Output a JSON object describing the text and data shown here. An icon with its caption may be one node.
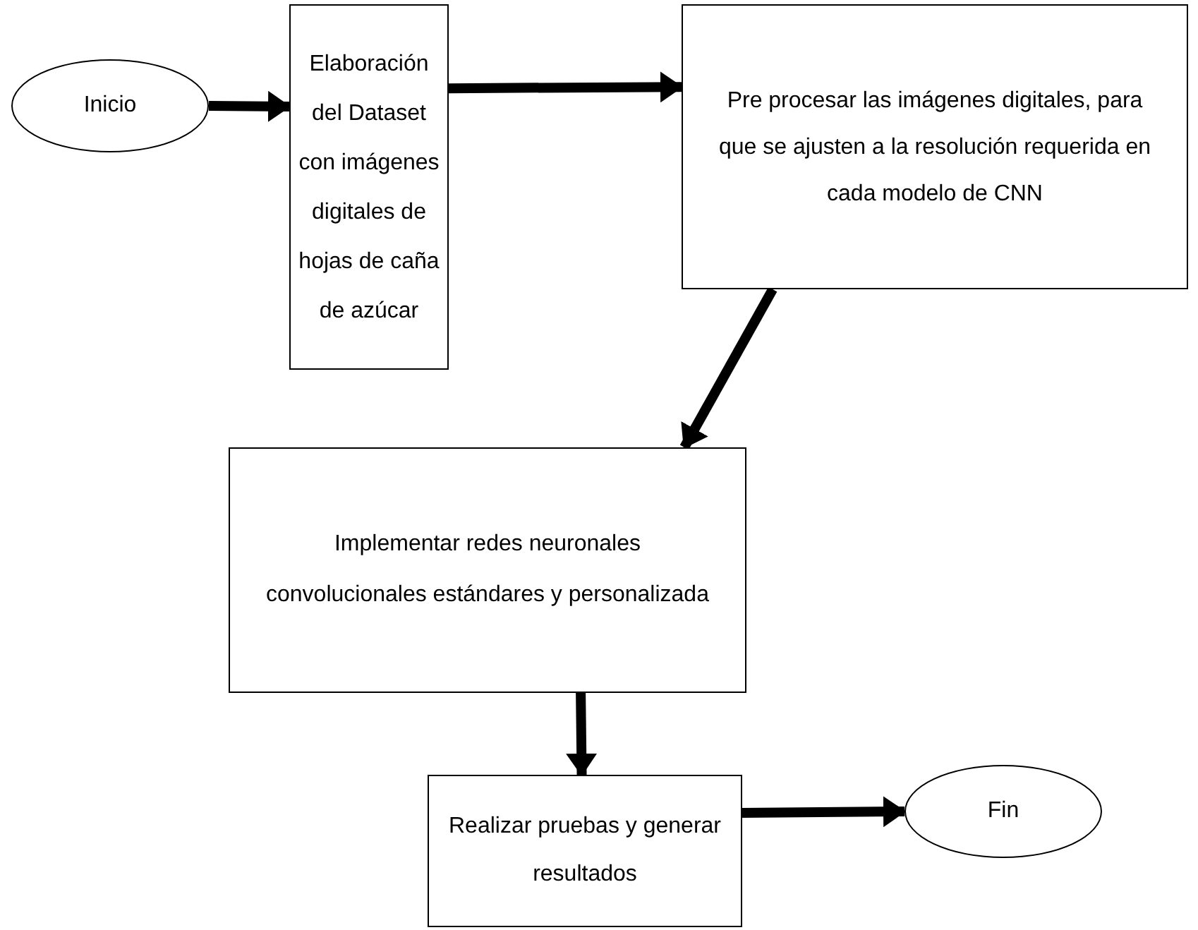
{
  "diagram": {
    "nodes": [
      {
        "text": [
          "Inicio"
        ]
      },
      {
        "text": [
          "Elaboración del Dataset con imágenes digitales de hojas de caña de azúcar"
        ]
      },
      {
        "text": [
          "Pre procesar las imágenes digitales, para que se ajusten a la resolución requerida en cada modelo de CNN"
        ]
      },
      {
        "text": [
          "Implementar redes neuronales convolucionales estándares y personalizada"
        ]
      },
      {
        "text": [
          "Realizar pruebas y generar resultados"
        ]
      },
      {
        "text": [
          "Fin"
        ]
      }
    ],
    "edges": [
      {
        "from": 0,
        "to": 1,
        "arrow": "to"
      },
      {
        "from": 1,
        "to": 2,
        "arrow": "to"
      },
      {
        "from": 2,
        "to": 3,
        "arrow": "to"
      },
      {
        "from": 3,
        "to": 4,
        "arrow": "to"
      },
      {
        "from": 4,
        "to": 5,
        "arrow": "to"
      }
    ]
  }
}
